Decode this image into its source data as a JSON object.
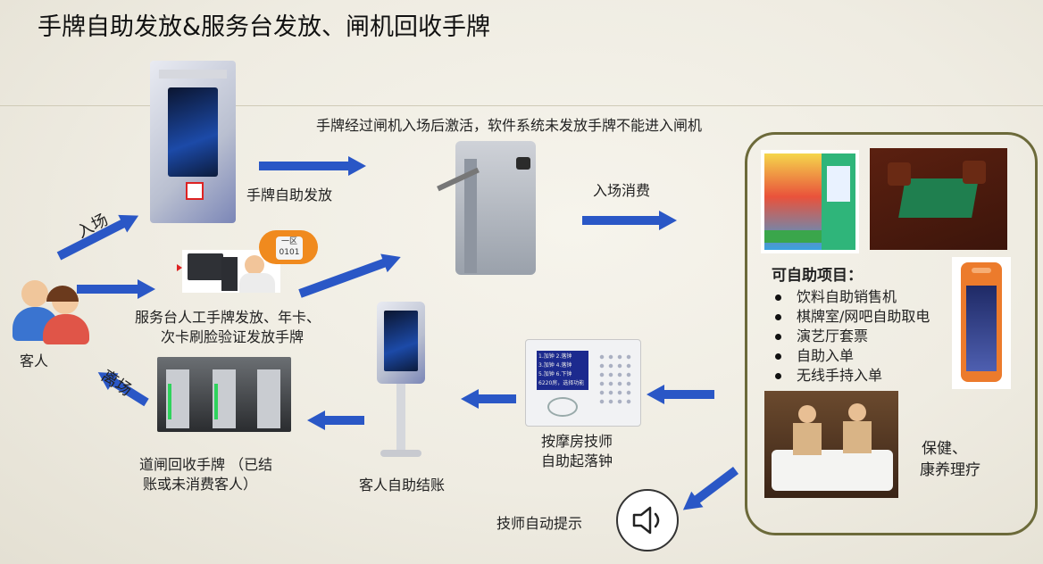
{
  "title": "手牌自助发放&服务台发放、闸机回收手牌",
  "gate_note": "手牌经过闸机入场后激活，软件系统未发放手牌不能进入闸机",
  "self_issue_label": "手牌自助发放",
  "entry_consume_label": "入场消费",
  "enter_label": "入场",
  "leave_label": "离场",
  "guest_label": "客人",
  "desk_label": "服务台人工手牌发放、年卡、次卡刷脸验证发放手牌",
  "desk_label_line1": "服务台人工手牌发放、年卡、",
  "desk_label_line2": "次卡刷脸验证发放手牌",
  "wristband_text_top": "一区",
  "wristband_text_num": "0101",
  "gate_recycle_line1": "道闸回收手牌 （已结",
  "gate_recycle_line2": "账或未消费客人）",
  "self_checkout_label": "客人自助结账",
  "tech_clock_line1": "按摩房技师",
  "tech_clock_line2": "自助起落钟",
  "tech_prompt_label": "技师自动提示",
  "self_service_title": "可自助项目：",
  "self_service_items": [
    "饮料自助销售机",
    "棋牌室/网吧自助取电",
    "演艺厅套票",
    "自助入单",
    "无线手持入单"
  ],
  "spa_line1": "保健、",
  "spa_line2": "康养理疗",
  "terminal_screen_lines": [
    "1.加钟 2.落钟",
    "3.加钟 4.落钟",
    "5.加钟 6.下钟",
    "6220房，选择功能"
  ],
  "colors": {
    "arrow": "#2a57c6",
    "frame": "#6c6a3a"
  }
}
